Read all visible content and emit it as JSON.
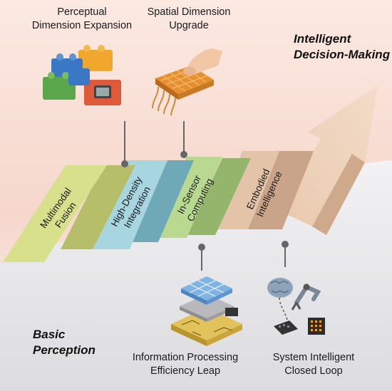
{
  "headings": {
    "top_right": [
      "Intelligent",
      "Decision-Making"
    ],
    "bottom_left": [
      "Basic",
      "Perception"
    ]
  },
  "steps": [
    {
      "lines": [
        "Multimodal",
        "Fusion"
      ],
      "color": "#d9e08c"
    },
    {
      "lines": [
        "High-Density",
        "Integration"
      ],
      "color": "#a7d6e0"
    },
    {
      "lines": [
        "In-Sensor",
        "Computing"
      ],
      "color": "#b8d98f"
    },
    {
      "lines": [
        "Embodied",
        "Intelligence"
      ],
      "color": "#e4c4a8"
    }
  ],
  "callouts": {
    "top": [
      {
        "lines": [
          "Perceptual",
          "Dimension Expansion"
        ],
        "icon": "lego-blocks-icon"
      },
      {
        "lines": [
          "Spatial Dimension",
          "Upgrade"
        ],
        "icon": "finger-touch-sensor-icon"
      }
    ],
    "bottom": [
      {
        "lines": [
          "Information Processing",
          "Efficiency Leap"
        ],
        "icon": "layered-chip-icon"
      },
      {
        "lines": [
          "System Intelligent",
          "Closed Loop"
        ],
        "icon": "brain-robot-arm-icon"
      }
    ]
  }
}
